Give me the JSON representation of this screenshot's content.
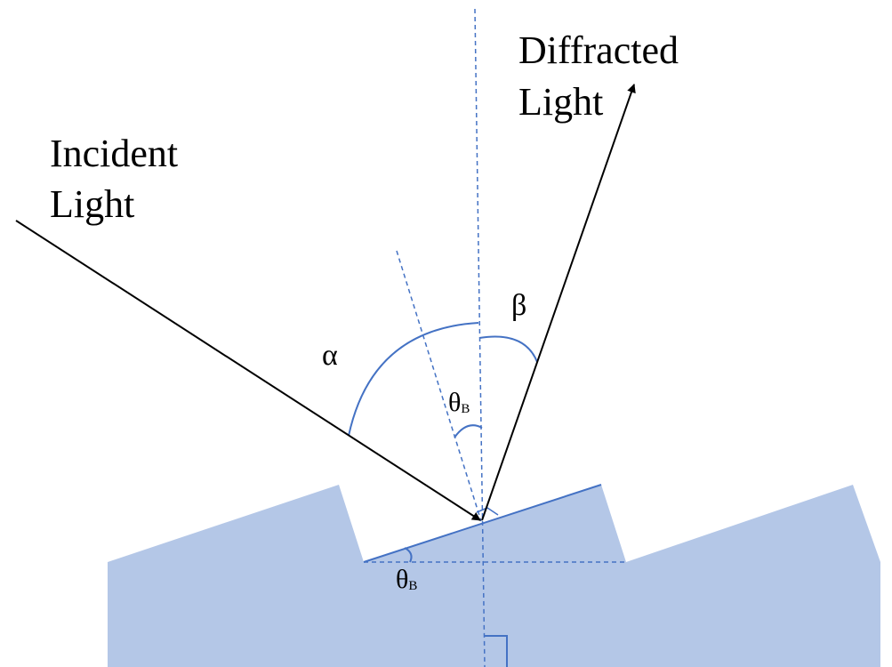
{
  "labels": {
    "incident_line1": "Incident",
    "incident_line2": "Light",
    "diffracted_line1": "Diffracted",
    "diffracted_line2": "Light",
    "alpha": "α",
    "beta": "β",
    "theta": "θ",
    "theta_sub": "B"
  },
  "colors": {
    "grating_fill": "#b4c7e7",
    "guide_line": "#4472c4",
    "ray": "#000000",
    "background": "#ffffff"
  }
}
